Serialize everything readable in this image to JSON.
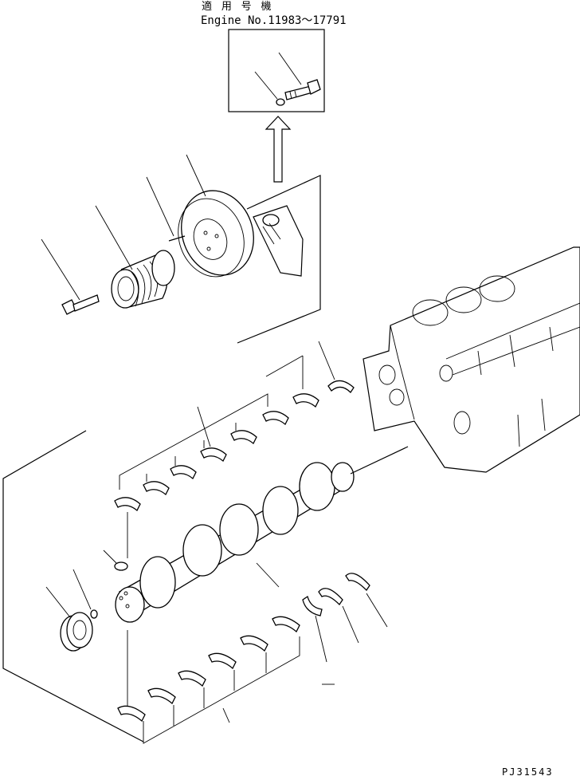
{
  "header": {
    "applicability_label": "適 用 号 機",
    "engine_number_line": "Engine No.11983～17791"
  },
  "drawing_code": "PJ31543"
}
